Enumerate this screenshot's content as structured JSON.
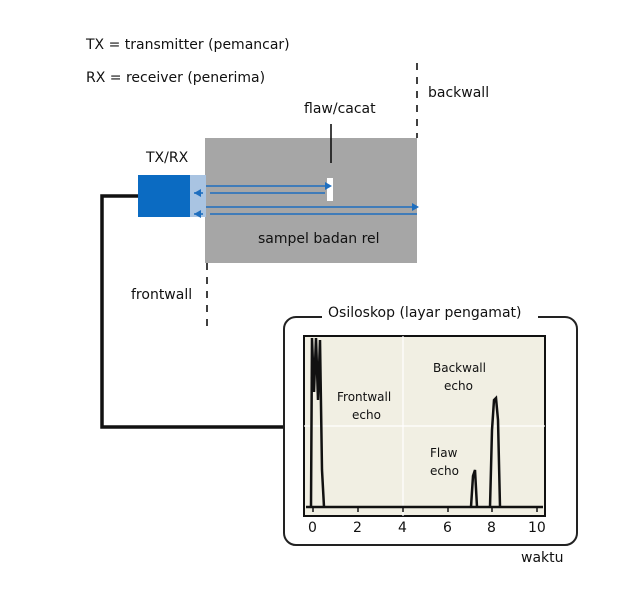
{
  "legend": {
    "tx": "TX = transmitter (pemancar)",
    "rx": "RX = receiver (penerima)"
  },
  "labels": {
    "backwall": "backwall",
    "flaw": "flaw/cacat",
    "txrx": "TX/RX",
    "sample": "sampel badan rel",
    "frontwall": "frontwall"
  },
  "oscilloscope": {
    "title": "Osiloskop (layar pengamat)",
    "frontwall_echo_line1": "Frontwall",
    "frontwall_echo_line2": "echo",
    "backwall_echo_line1": "Backwall",
    "backwall_echo_line2": "echo",
    "flaw_echo_line1": "Flaw",
    "flaw_echo_line2": "echo",
    "x_ticks": [
      "0",
      "2",
      "4",
      "6",
      "8",
      "10"
    ],
    "xlabel": "waktu"
  },
  "colors": {
    "probe": "#0b6bc2",
    "probe_face": "#a9c4e2",
    "sample": "#a6a6a6",
    "beam": "#1f6fbf",
    "screen": "#f1efe3"
  }
}
